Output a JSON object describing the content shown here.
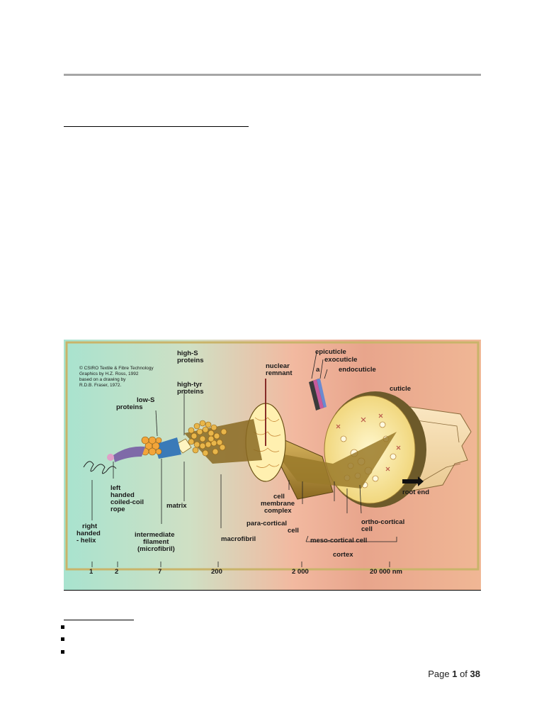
{
  "figure": {
    "credit_lines": [
      "© CSIRO Textile & Fibre Technology",
      "Graphics by H.Z. Ross, 1992",
      "based on a drawing by",
      "R.D.B. Fraser, 1972."
    ],
    "labels": {
      "high_s": [
        "high-S",
        "proteins"
      ],
      "high_tyr": [
        "high-tyr",
        "proteins"
      ],
      "low_s": [
        "low-S",
        "proteins"
      ],
      "nuclear": [
        "nuclear",
        "remnant"
      ],
      "epicuticle": "epicuticle",
      "exocuticle": "exocuticle",
      "a": "a",
      "endocuticle": "endocuticle",
      "cuticle": "cuticle",
      "left_handed": [
        "left",
        "handed",
        "coiled-coil",
        "rope"
      ],
      "matrix": "matrix",
      "cell_membrane": [
        "cell",
        "membrane",
        "complex"
      ],
      "para_cortical": [
        "para-cortical",
        "cell"
      ],
      "root_end": "root end",
      "ortho_cortical": [
        "ortho-cortical",
        "cell"
      ],
      "right_handed": [
        "right",
        "handed",
        "- helix"
      ],
      "intermediate": [
        "intermediate",
        "filament",
        "(microfibril)"
      ],
      "macrofibril": "macrofibril",
      "meso_cortical": "meso-cortical cell",
      "cortex": "cortex"
    },
    "scale": [
      "1",
      "2",
      "7",
      "200",
      "2 000",
      "20 000 nm"
    ]
  },
  "page": {
    "prefix": "Page ",
    "current": "1",
    "middle": " of ",
    "total": "38"
  }
}
